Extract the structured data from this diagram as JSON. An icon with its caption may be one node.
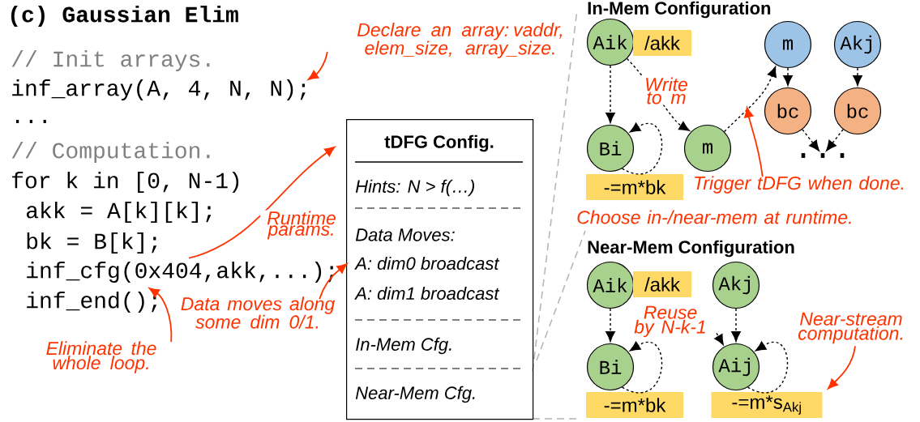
{
  "diagram": {
    "title": "(c) Gaussian Elim",
    "nodes": [
      {
        "text": [
          "inf_array(A, 4, N, N);"
        ]
      },
      {
        "text": [
          "inf_cfg(0x404,akk,...);"
        ]
      },
      {
        "text": [
          "Declare an array: vaddr, elem_size, array_size."
        ]
      },
      {
        "text": [
          "Data moves along some dim 0/1."
        ]
      },
      {
        "text": [
          "Eliminate the whole loop."
        ]
      },
      {
        "text": [
          "tDFG Config.",
          "Hints: N > f(…)",
          "Data Moves:",
          "A: dim0 broadcast",
          "A: dim1 broadcast",
          "In-Mem Cfg.",
          "Near-Mem Cfg."
        ]
      },
      {
        "text": [
          "Aik"
        ]
      },
      {
        "text": [
          "/akk"
        ]
      },
      {
        "text": [
          "m"
        ]
      },
      {
        "text": [
          "Akj"
        ]
      },
      {
        "text": [
          "Bi"
        ]
      },
      {
        "text": [
          "m"
        ]
      },
      {
        "text": [
          "bc"
        ]
      },
      {
        "text": [
          "bc"
        ]
      },
      {
        "text": [
          "..."
        ]
      },
      {
        "text": [
          "-=m*bk"
        ]
      },
      {
        "text": [
          "Trigger tDFG when done."
        ]
      },
      {
        "text": [
          "Aik"
        ]
      },
      {
        "text": [
          "/akk"
        ]
      },
      {
        "text": [
          "Akj"
        ]
      },
      {
        "text": [
          "Bi"
        ]
      },
      {
        "text": [
          "Aij"
        ]
      },
      {
        "text": [
          "-=m*bk"
        ]
      },
      {
        "text": [
          "-=m*s$_{Akj}$"
        ]
      },
      {
        "text": [
          "Near-stream computation."
        ]
      }
    ],
    "edges": [
      {
        "from": 2,
        "to": 0,
        "arrow": "to",
        "color": "#ff3300"
      },
      {
        "from": 1,
        "to": 5,
        "arrow": "to",
        "color": "#ff3300",
        "label": "Runtime params."
      },
      {
        "from": 3,
        "to": 5,
        "arrow": "to",
        "color": "#ff3300"
      },
      {
        "from": 4,
        "to": 1,
        "arrow": "to",
        "color": "#ff3300"
      },
      {
        "from": 6,
        "to": 10,
        "arrow": "to",
        "style": "dashed"
      },
      {
        "from": 6,
        "to": 11,
        "arrow": "to",
        "style": "dashed",
        "label": "Write to m"
      },
      {
        "from": 10,
        "to": 10,
        "arrow": "to",
        "style": "dashed"
      },
      {
        "from": 11,
        "to": 8,
        "arrow": "to",
        "style": "dashed"
      },
      {
        "from": 8,
        "to": 12,
        "arrow": "to",
        "style": "dashed"
      },
      {
        "from": 9,
        "to": 13,
        "arrow": "to",
        "style": "dashed"
      },
      {
        "from": 12,
        "to": 14,
        "arrow": "to",
        "style": "dashed"
      },
      {
        "from": 13,
        "to": 14,
        "arrow": "to",
        "style": "dashed"
      },
      {
        "from": 16,
        "to": null,
        "arrow": "to",
        "color": "#ff3300"
      },
      {
        "from": 17,
        "to": 20,
        "arrow": "to",
        "style": "dashed",
        "label": "Reuse by N-k-1"
      },
      {
        "from": 20,
        "to": 20,
        "arrow": "to",
        "style": "dashed"
      },
      {
        "from": null,
        "to": 21,
        "arrow": "to",
        "style": "dashed"
      },
      {
        "from": 19,
        "to": 21,
        "arrow": "to",
        "style": "dashed"
      },
      {
        "from": 21,
        "to": 21,
        "arrow": "to",
        "style": "dashed"
      },
      {
        "from": 24,
        "to": 23,
        "arrow": "to",
        "color": "#ff3300"
      }
    ],
    "labels": [
      "// Init arrays.",
      "...",
      "// Computation.",
      "for k in [0, N-1)",
      "akk = A[k][k];",
      "bk = B[k];",
      "inf_end();",
      "In-Mem Configuration",
      "Choose in-/near-mem at runtime.",
      "Near-Mem Configuration"
    ]
  }
}
